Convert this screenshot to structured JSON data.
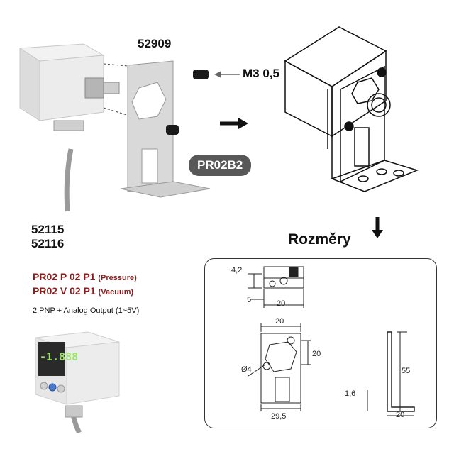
{
  "bracket_code": "52909",
  "screw_label": "M3 0,5",
  "bracket_model": "PR02B2",
  "sensor_codes": [
    "52115",
    "52116"
  ],
  "models": [
    {
      "code": "PR02 P 02 P1",
      "type": "(Pressure)"
    },
    {
      "code": "PR02 V 02 P1",
      "type": "(Vacuum)"
    }
  ],
  "output_spec": "2 PNP + Analog Output (1~5V)",
  "dimensions_title": "Rozměry",
  "display_reading": "-1.888",
  "dims": {
    "top_height": "4,2",
    "top_offset": "5",
    "top_width": "20",
    "front_hole_spacing": "20",
    "front_height": "20",
    "hole_diameter": "Ø4",
    "front_width": "29,5",
    "side_thickness": "1,6",
    "side_height": "55",
    "side_width": "20"
  },
  "colors": {
    "part_number_red": "#8b1a1a",
    "badge_gray": "#585858"
  }
}
